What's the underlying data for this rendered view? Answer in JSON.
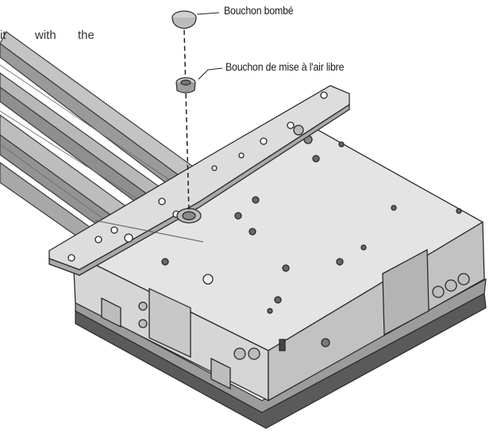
{
  "figure": {
    "cut_off_text": {
      "fragment": "it",
      "word1": "with",
      "word2": "the"
    },
    "labels": {
      "domed_plug": "Bouchon bombé",
      "vent_plug": "Bouchon de mise à l'air libre"
    },
    "colors": {
      "line": "#3a3a3a",
      "box_top": "#e2e2e2",
      "box_front": "#cfcfcf",
      "box_right": "#bcbcbc",
      "rail": "#b0b0b0",
      "rail_dark": "#8a8a8a",
      "plate": "#dadada",
      "base": "#555555"
    }
  }
}
